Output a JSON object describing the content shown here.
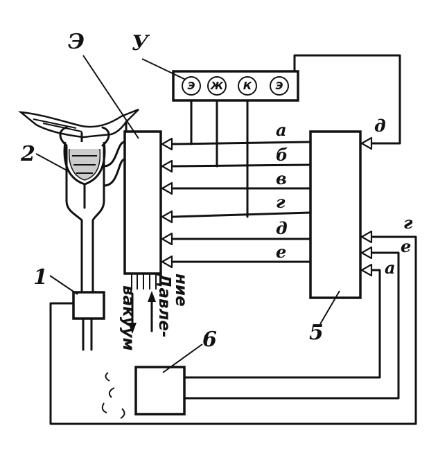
{
  "labels": {
    "n1": "1",
    "n2": "2",
    "n3": "Э",
    "n4": "У",
    "n5": "5",
    "n6": "6"
  },
  "panel_buttons": [
    "Э",
    "Ж",
    "К",
    "Э"
  ],
  "lines_left": [
    "а",
    "б",
    "в",
    "г",
    "д",
    "е"
  ],
  "lines_right": [
    "д",
    "г",
    "е",
    "а"
  ],
  "flow": {
    "vacuum": "вакуум",
    "pressure": "Давле-\nние"
  }
}
